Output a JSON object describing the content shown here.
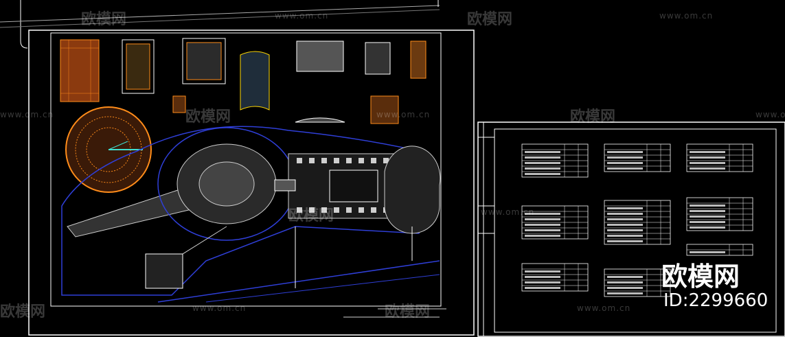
{
  "watermark": {
    "brand_cn": "欧模网",
    "url": "www.om.cn"
  },
  "badge": {
    "brand": "欧模网",
    "id": "ID:2299660"
  },
  "colors": {
    "background": "#000000",
    "frame": "#ffffff",
    "road": "#2f3fd8",
    "paving": "#d2691e",
    "pavement": "#cfcfcf",
    "accent": "#40e0d0",
    "highlight": "#ff4040"
  },
  "tables": [
    {
      "rows": 5
    },
    {
      "rows": 4
    },
    {
      "rows": 4
    },
    {
      "rows": 5
    },
    {
      "rows": 7
    },
    {
      "rows": 5
    },
    {
      "rows": 4
    },
    {
      "rows": 4
    },
    {
      "rows": 1
    }
  ]
}
